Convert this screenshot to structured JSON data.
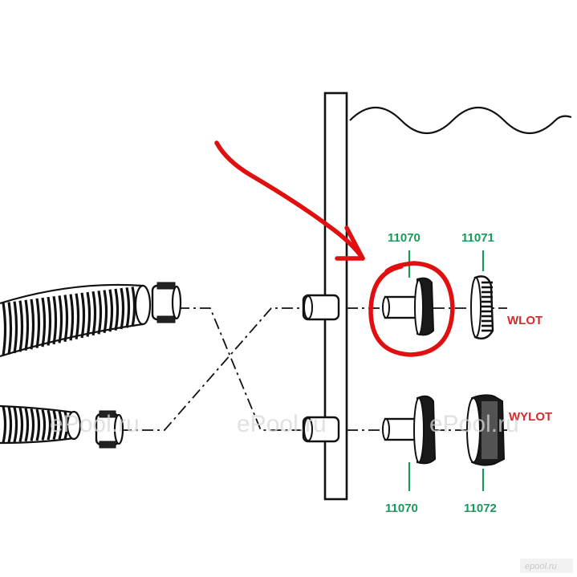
{
  "colors": {
    "line": "#111111",
    "part_label": "#1a9a5a",
    "port_label": "#d42a2a",
    "annotation": "#e01010",
    "watermark": "#d8d8d8",
    "corner_mark_bg": "#f2f2f2",
    "corner_mark_text": "#c8c8c8"
  },
  "part_labels": {
    "inlet_fitting": "11070",
    "inlet_strainer": "11071",
    "outlet_fitting": "11070",
    "outlet_nut": "11072"
  },
  "port_labels": {
    "inlet": "WLOT",
    "outlet": "WYLOT"
  },
  "watermarks": [
    "ePool.ru",
    "ePool.ru",
    "ePool.ru"
  ],
  "corner_mark": "epool.ru"
}
